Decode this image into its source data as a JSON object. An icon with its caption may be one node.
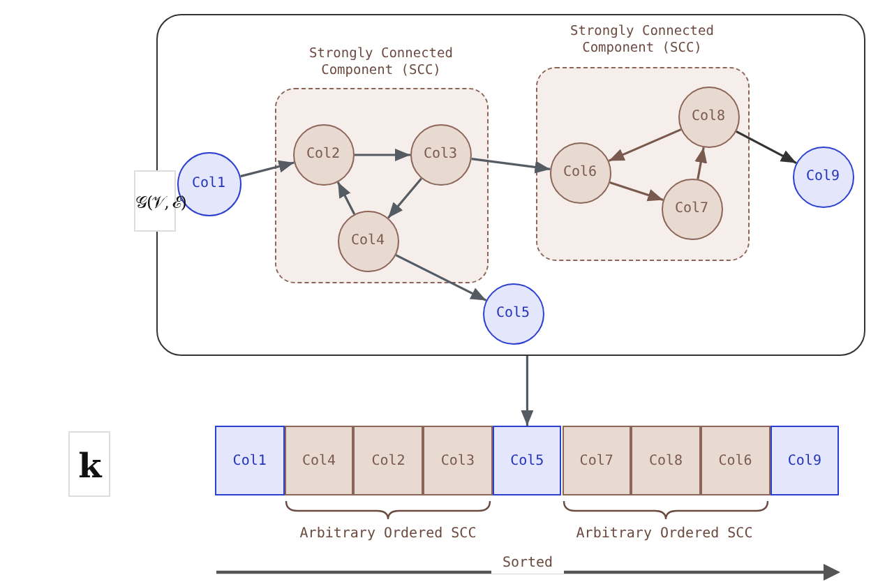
{
  "diagram": {
    "nodes": [
      {
        "text": [],
        "shape": "box"
      },
      {
        "text": [
          "Strongly Connected Component (SCC)"
        ],
        "in": 0
      },
      {
        "text": [
          "Strongly Connected Component (SCC)"
        ],
        "in": 0
      },
      {
        "text": [
          "Col1"
        ],
        "in": 0
      },
      {
        "text": [
          "Col2"
        ],
        "in": 1
      },
      {
        "text": [
          "Col3"
        ],
        "in": 1
      },
      {
        "text": [
          "Col4"
        ],
        "in": 1
      },
      {
        "text": [
          "Col5"
        ],
        "in": 0
      },
      {
        "text": [
          "Col6"
        ],
        "in": 2
      },
      {
        "text": [
          "Col7"
        ],
        "in": 2
      },
      {
        "text": [
          "Col8"
        ],
        "in": 2
      },
      {
        "text": [
          "Col9"
        ],
        "in": 0
      },
      {
        "text": [
          "Col1"
        ]
      },
      {
        "text": [
          "Col4"
        ]
      },
      {
        "text": [
          "Col2"
        ]
      },
      {
        "text": [
          "Col3"
        ]
      },
      {
        "text": [
          "Col5"
        ]
      },
      {
        "text": [
          "Col7"
        ]
      },
      {
        "text": [
          "Col8"
        ]
      },
      {
        "text": [
          "Col6"
        ]
      },
      {
        "text": [
          "Col9"
        ]
      }
    ],
    "edges": [
      {
        "from": 3,
        "to": 4,
        "arrow": "to"
      },
      {
        "from": 4,
        "to": 5,
        "arrow": "to"
      },
      {
        "from": 5,
        "to": 6,
        "arrow": "to"
      },
      {
        "from": 6,
        "to": 4,
        "arrow": "to"
      },
      {
        "from": 6,
        "to": 7,
        "arrow": "to"
      },
      {
        "from": 5,
        "to": 8,
        "arrow": "to"
      },
      {
        "from": 8,
        "to": 9,
        "arrow": "to",
        "color": "#7a5a4e"
      },
      {
        "from": 9,
        "to": 10,
        "arrow": "to",
        "color": "#7a5a4e"
      },
      {
        "from": 10,
        "to": 8,
        "arrow": "to",
        "color": "#7a5a4e"
      },
      {
        "from": 10,
        "to": 11,
        "arrow": "to",
        "color": "#333333"
      },
      {
        "from": 0,
        "to": 16,
        "arrow": "to"
      }
    ],
    "labels": [
      "𝒢(𝒱, ℰ)",
      "k",
      "Arbitrary Ordered SCC",
      "Arbitrary Ordered SCC",
      "Sorted"
    ]
  }
}
